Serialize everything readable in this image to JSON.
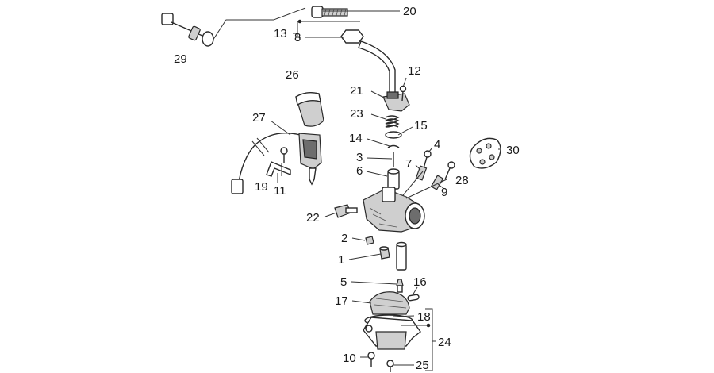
{
  "callouts": [
    {
      "id": "c20",
      "text": "20"
    },
    {
      "id": "c13",
      "text": "13"
    },
    {
      "id": "c8",
      "text": "8"
    },
    {
      "id": "c29",
      "text": "29"
    },
    {
      "id": "c12",
      "text": "12"
    },
    {
      "id": "c26",
      "text": "26"
    },
    {
      "id": "c21",
      "text": "21"
    },
    {
      "id": "c23",
      "text": "23"
    },
    {
      "id": "c27",
      "text": "27"
    },
    {
      "id": "c15",
      "text": "15"
    },
    {
      "id": "c14",
      "text": "14"
    },
    {
      "id": "c4",
      "text": "4"
    },
    {
      "id": "c30",
      "text": "30"
    },
    {
      "id": "c3",
      "text": "3"
    },
    {
      "id": "c7",
      "text": "7"
    },
    {
      "id": "c6",
      "text": "6"
    },
    {
      "id": "c28",
      "text": "28"
    },
    {
      "id": "c19",
      "text": "19"
    },
    {
      "id": "c11",
      "text": "11"
    },
    {
      "id": "c9",
      "text": "9"
    },
    {
      "id": "c22",
      "text": "22"
    },
    {
      "id": "c2",
      "text": "2"
    },
    {
      "id": "c1",
      "text": "1"
    },
    {
      "id": "c5",
      "text": "5"
    },
    {
      "id": "c16",
      "text": "16"
    },
    {
      "id": "c17",
      "text": "17"
    },
    {
      "id": "c18",
      "text": "18"
    },
    {
      "id": "c24",
      "text": "24"
    },
    {
      "id": "c10",
      "text": "10"
    },
    {
      "id": "c25",
      "text": "25"
    }
  ]
}
